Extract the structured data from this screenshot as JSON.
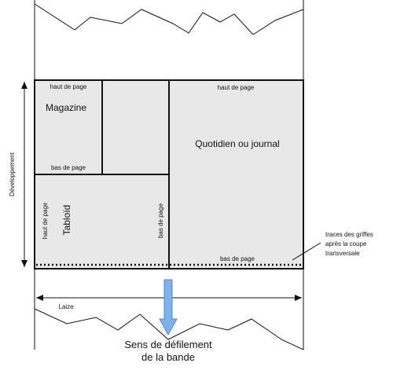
{
  "labels": {
    "magazine": "Magazine",
    "magazine_top": "haut de page",
    "magazine_bottom": "bas de page",
    "newspaper": "Quotidien ou journal",
    "newspaper_top": "haut de page",
    "newspaper_bottom": "bas de page",
    "tabloid": "Tabloïd",
    "tabloid_top": "haut de page",
    "tabloid_bottom": "bas de page",
    "development": "Développement",
    "width": "Laize",
    "claw_marks": [
      "traces des griffes",
      "après la coupe",
      "transversale"
    ],
    "scroll_direction": [
      "Sens de défilement",
      "de la bande"
    ]
  },
  "colors": {
    "panel_fill": "#e8e8e8",
    "outline": "#111111",
    "arrow_fill": "#7fb2ea",
    "arrow_stroke": "#4f86c6"
  }
}
